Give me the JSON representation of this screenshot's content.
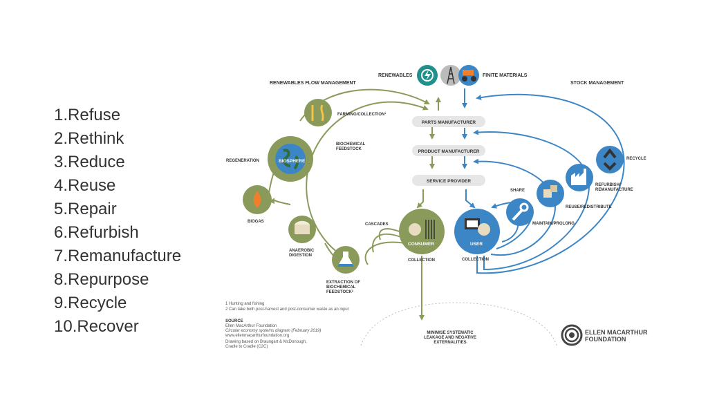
{
  "slide": {
    "list_items": [
      "1.Refuse",
      "2.Rethink",
      "3.Reduce",
      "4.Reuse",
      "5.Repair",
      "6.Refurbish",
      "7.Remanufacture",
      "8.Repurpose",
      "9.Recycle",
      "10.Recover"
    ]
  },
  "diagram": {
    "top": {
      "renewables_flow": "RENEWABLES FLOW MANAGEMENT",
      "renewables": "RENEWABLES",
      "finite_materials": "FINITE MATERIALS",
      "stock_management": "STOCK MANAGEMENT"
    },
    "center": {
      "parts_manufacturer": "PARTS MANUFACTURER",
      "product_manufacturer": "PRODUCT MANUFACTURER",
      "service_provider": "SERVICE PROVIDER"
    },
    "bio": {
      "farming": "FARMING/COLLECTION¹",
      "biochem_feedstock_1": "BIOCHEMICAL",
      "biochem_feedstock_2": "FEEDSTOCK",
      "regeneration": "REGENERATION",
      "biosphere": "BIOSPHERE",
      "biogas": "BIOGAS",
      "anaerobic_1": "ANAEROBIC",
      "anaerobic_2": "DIGESTION",
      "cascades": "CASCADES",
      "consumer": "CONSUMER",
      "collection": "COLLECTION",
      "extraction_1": "EXTRACTION OF",
      "extraction_2": "BIOCHEMICAL",
      "extraction_3": "FEEDSTOCK²"
    },
    "tech": {
      "recycle": "RECYCLE",
      "refurbish_1": "REFURBISH/",
      "refurbish_2": "REMANUFACTURE",
      "share": "SHARE",
      "reuse": "REUSE/REDISTRIBUTE",
      "maintain": "MAINTAIN/PROLONG",
      "user": "USER",
      "collection": "COLLECTION"
    },
    "bottom": {
      "minimise_1": "MINIMISE SYSTEMATIC",
      "minimise_2": "LEAKAGE AND NEGATIVE",
      "minimise_3": "EXTERNALITIES"
    },
    "footnotes": {
      "note1": "1 Hunting and fishing",
      "note2": "2 Can take both post-harvest and post-consumer waste as an input",
      "source_heading": "SOURCE",
      "source_1": "Ellen MacArthur Foundation",
      "source_2": "Circular economy systems diagram (February 2019)",
      "source_3": "www.ellenmacarthurfoundation.org",
      "source_4": "Drawing based on Braungart & McDonough,",
      "source_5": "Cradle to Cradle (C2C)"
    },
    "logo": {
      "line1": "ELLEN MACARTHUR",
      "line2": "FOUNDATION"
    },
    "colors": {
      "green": "#8a9a5b",
      "blue": "#3d86c6",
      "teal": "#21908c",
      "text": "#333333"
    }
  }
}
